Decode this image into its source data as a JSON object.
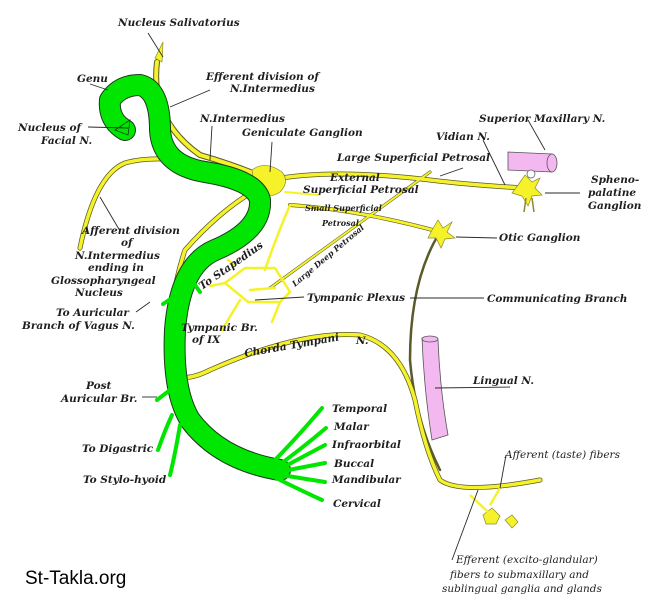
{
  "diagram": {
    "subject": "Nervus intermedius and facial nerve connections",
    "colors": {
      "facial_nerve": "#00e600",
      "intermedius_nerve": "#f5f22a",
      "vessel_nerve_trunk": "#f4b8f0",
      "text": "#1e1e1e"
    },
    "labels": {
      "nucleus_salivatorius": "Nucleus Salivatorius",
      "genu": "Genu",
      "efferent_division_1": "Efferent division of",
      "efferent_division_2": "N.Intermedius",
      "nucleus_of_facial_1": "Nucleus of",
      "nucleus_of_facial_2": "Facial N.",
      "n_intermedius": "N.Intermedius",
      "geniculate_ganglion": "Geniculate Ganglion",
      "superior_maxillary": "Superior Maxillary N.",
      "vidian": "Vidian N.",
      "large_superficial_petrosal": "Large Superficial Petrosal",
      "external_superficial_petrosal_1": "External",
      "external_superficial_petrosal_2": "Superficial Petrosal",
      "sphenopalatine_1": "Spheno-",
      "sphenopalatine_2": "palatine",
      "sphenopalatine_3": "Ganglion",
      "small_superficial_1": "Small Superficial",
      "small_superficial_2": "Petrosal",
      "large_deep_petrosal": "Large Deep Petrosal",
      "otic_ganglion": "Otic Ganglion",
      "afferent_division": [
        "Afferent division",
        "of",
        "N.Intermedius",
        "ending in",
        "Glossopharyngeal",
        "Nucleus"
      ],
      "to_stapedius": "To Stapedius",
      "tympanic_plexus": "Tympanic Plexus",
      "communicating_branch": "Communicating Branch",
      "to_auricular_1": "To Auricular",
      "to_auricular_2": "Branch of Vagus N.",
      "tympanic_br_1": "Tympanic Br.",
      "tympanic_br_2": "of IX",
      "chorda_tympani": "Chorda Tympani",
      "chorda_n": "N.",
      "lingual": "Lingual N.",
      "post_auricular_1": "Post",
      "post_auricular_2": "Auricular Br.",
      "temporal": "Temporal",
      "malar": "Malar",
      "infraorbital": "Infraorbital",
      "buccal": "Buccal",
      "mandibular": "Mandibular",
      "cervical": "Cervical",
      "to_digastric": "To Digastric",
      "to_stylohyoid": "To Stylo-hyoid",
      "afferent_taste": "Afferent (taste) fibers",
      "efferent_glandular": [
        "Efferent (excito-glandular)",
        "fibers to submaxillary and",
        "sublingual ganglia and glands"
      ]
    },
    "watermark": "St-Takla.org"
  }
}
